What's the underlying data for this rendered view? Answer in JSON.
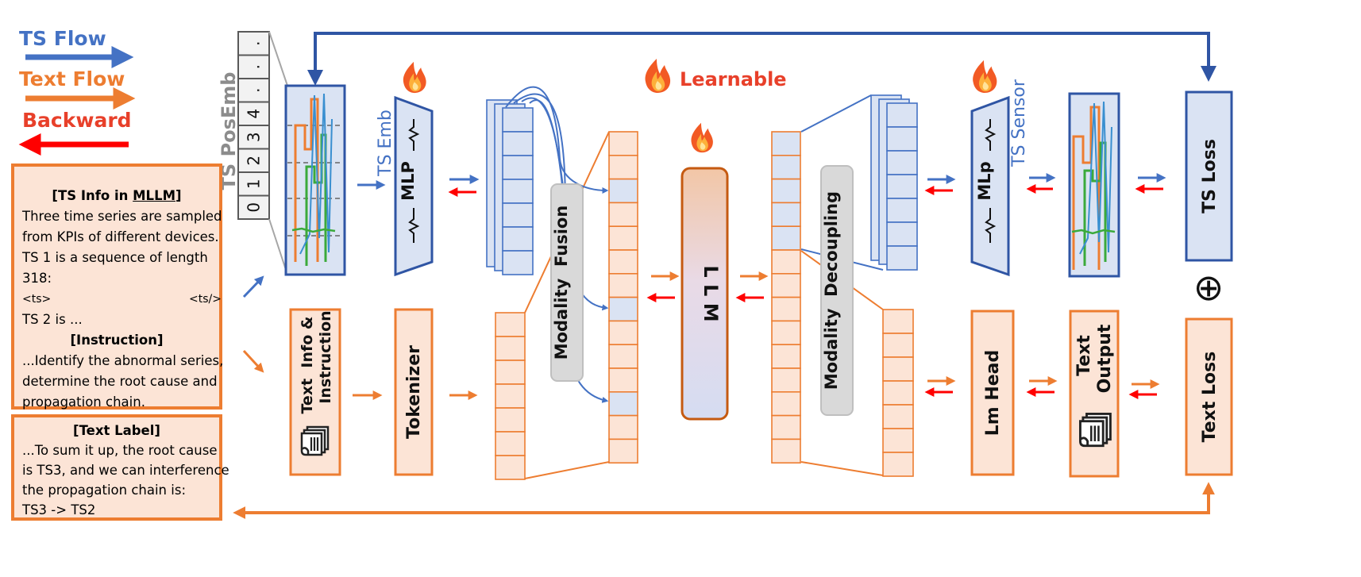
{
  "legend": {
    "ts_flow": "TS Flow",
    "text_flow": "Text Flow",
    "backward": "Backward"
  },
  "ts_info_card": {
    "title_prefix": "[TS Info in ",
    "title_emph": "MLLM",
    "title_suffix": "]",
    "lines": [
      "Three time series are sampled",
      "from KPIs of different devices.",
      "TS 1 is a sequence of length",
      "318:"
    ],
    "ts_open": "<ts>",
    "ts_close": "<ts/>",
    "ts2": "TS 2 is ...",
    "instruction_title": "[Instruction]",
    "instruction_lines": [
      "...Identify the abnormal series,",
      "determine the root cause and",
      "propagation chain."
    ]
  },
  "text_label_card": {
    "title": "[Text Label]",
    "lines": [
      "...To sum it up, the root cause",
      "is TS3, and we can interference",
      "the propagation chain is:",
      "TS3 -> TS2"
    ]
  },
  "pos_emb": {
    "label": "TS PosEmb",
    "cells": [
      "0",
      "1",
      "2",
      "3",
      "4",
      ".",
      ".",
      "."
    ]
  },
  "labels": {
    "ts_emb": "TS Emb",
    "mlp": "MLP",
    "learnable": "Learnable",
    "modality_fusion": "Modality  Fusion",
    "llm": "L L M",
    "modality_decoupling": "Modality  Decoupling",
    "mlp_out": "MLp",
    "ts_sensor": "TS Sensor",
    "ts_loss": "TS Loss",
    "text_loss": "Text Loss",
    "text_info_line1": "Text  Info &",
    "text_info_line2": "Instruction",
    "tokenizer": "Tokenizer",
    "lm_head": "Lm Head",
    "text_output_line1": "Text",
    "text_output_line2": "Output",
    "plus": "⊕"
  },
  "colors": {
    "ts_blue": "#4472C4",
    "text_orange": "#ED7D31",
    "backward_red": "#FF0000",
    "learnable_red": "#E8402A",
    "ts_fill": "#DAE3F3",
    "text_fill": "#FCE4D6",
    "line_green": "#3BAA3B",
    "line_blue": "#3A8FD0"
  },
  "icons": [
    "fire-icon",
    "document-icon",
    "arrow-right-icon",
    "arrow-left-icon"
  ]
}
